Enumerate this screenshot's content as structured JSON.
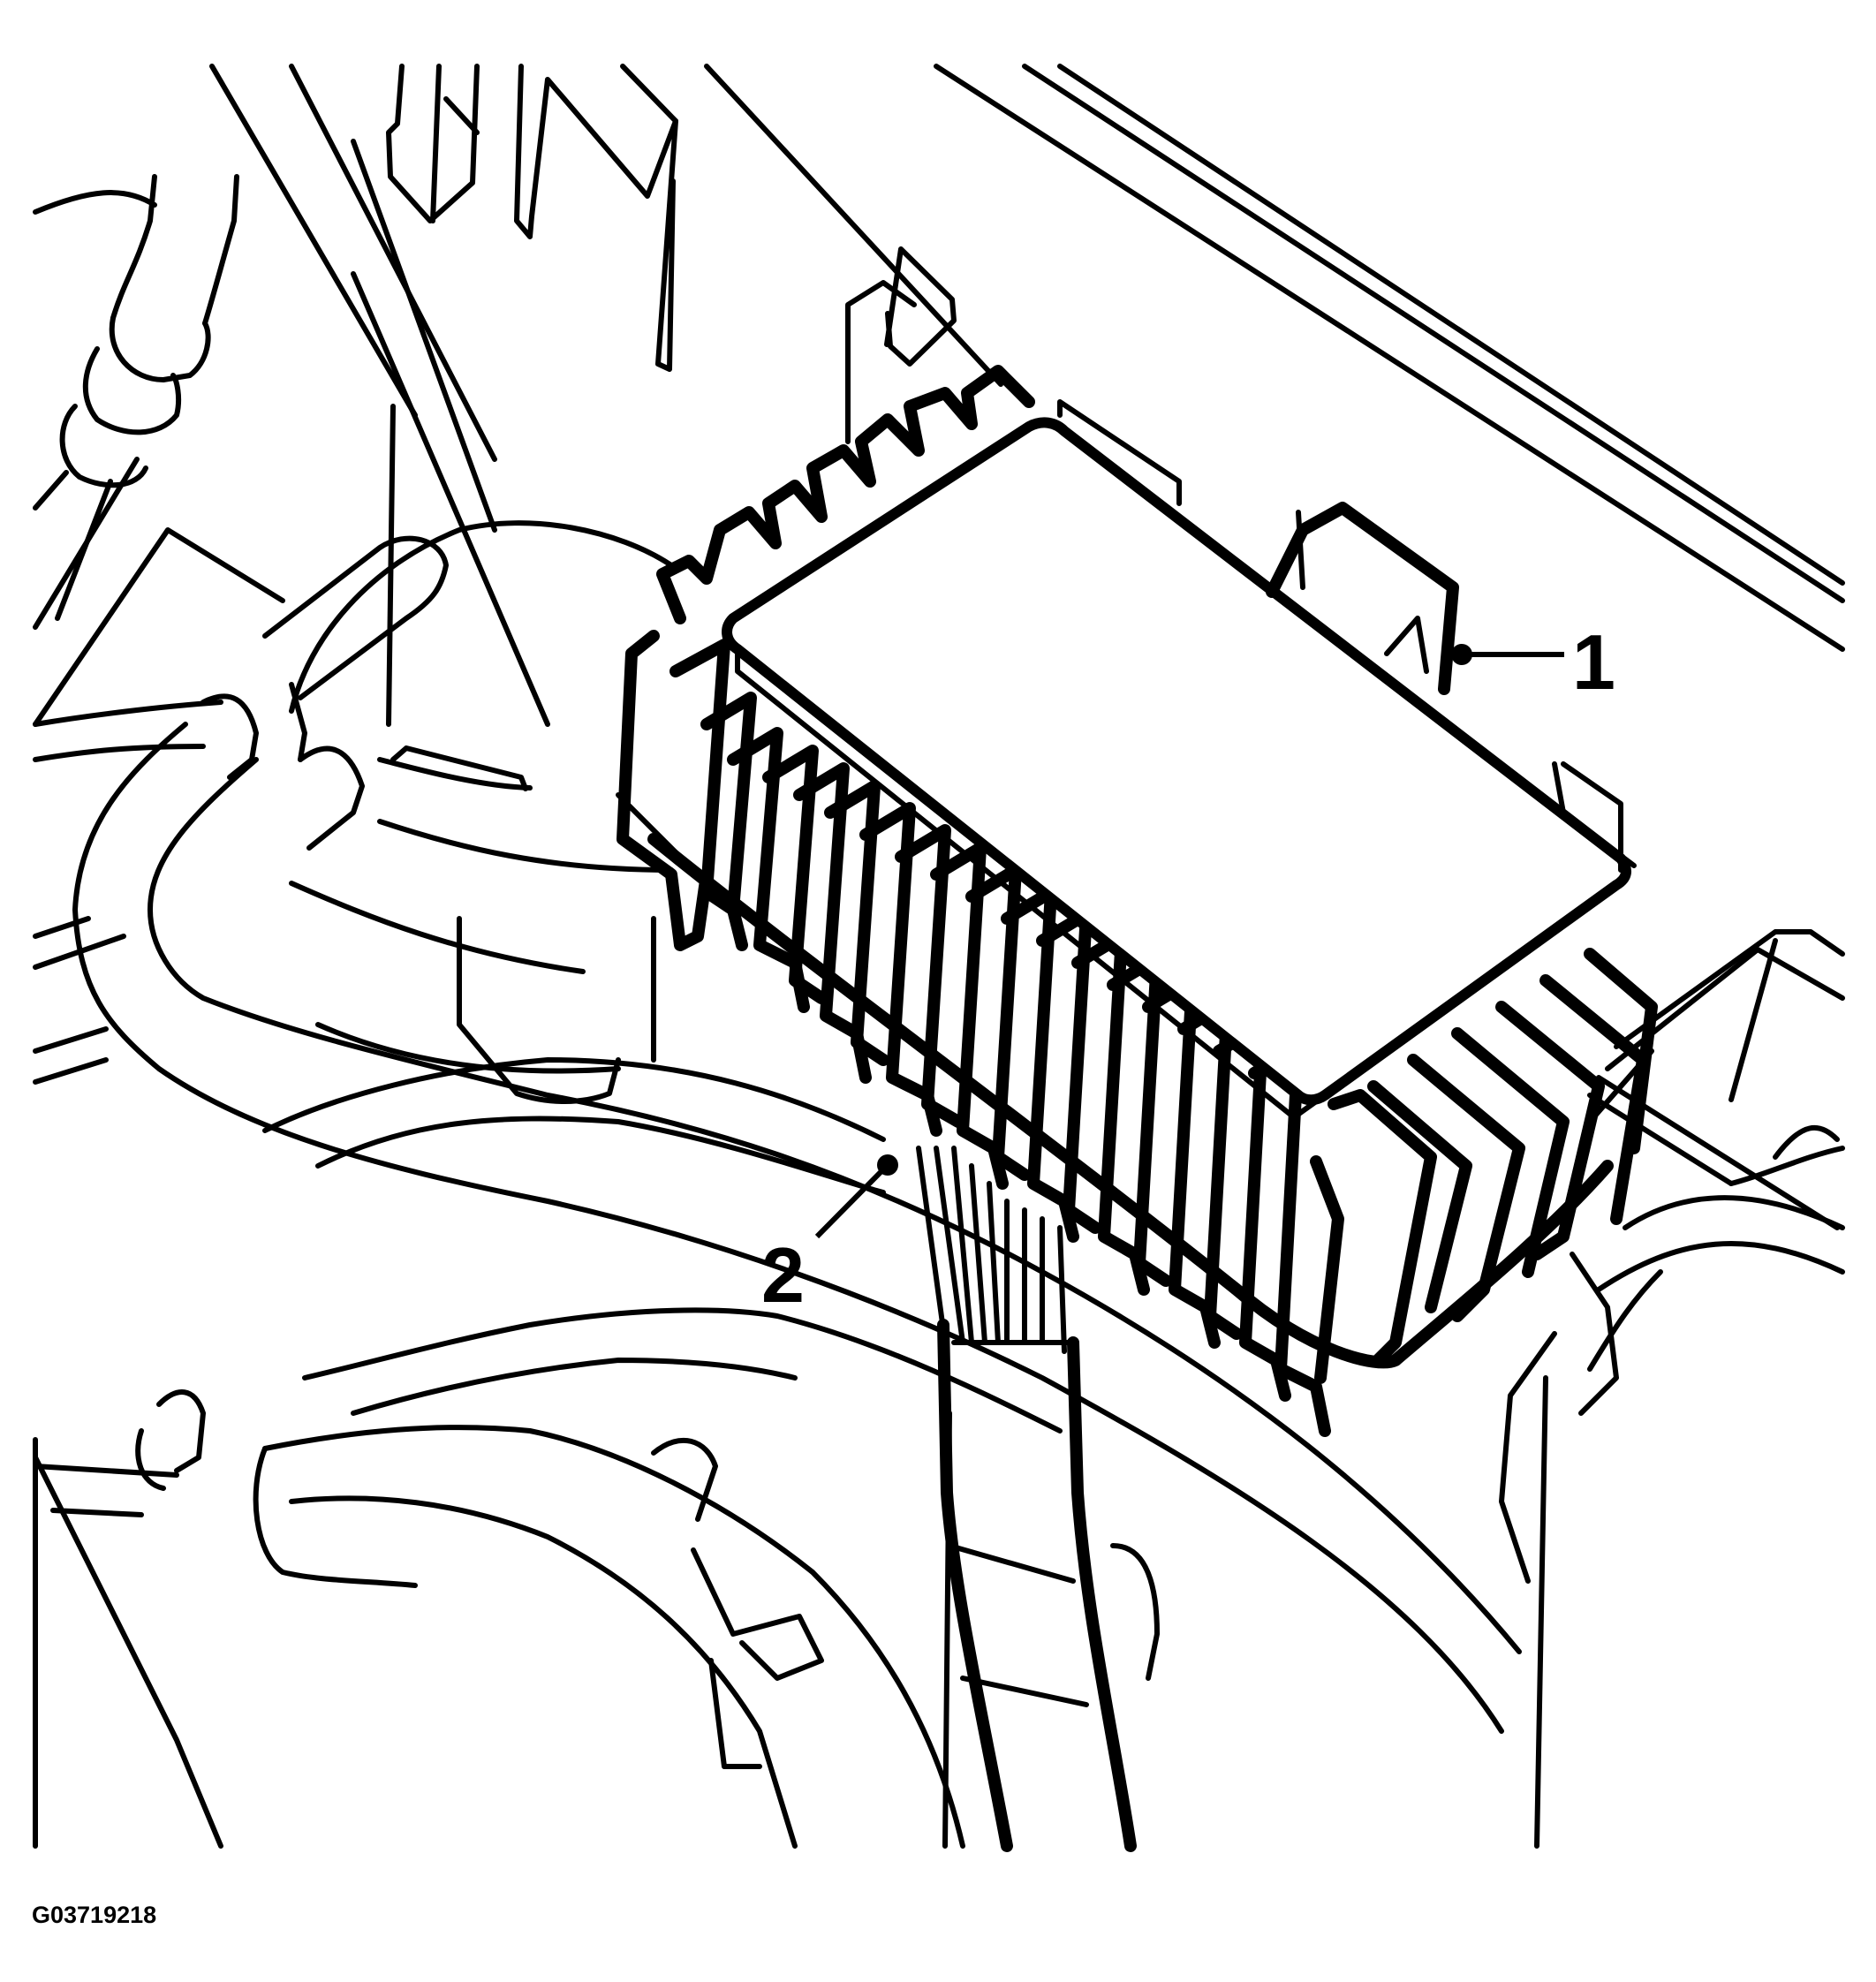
{
  "figure": {
    "id_label": "G03719218",
    "subject": "electronic control module with harness connectors in engine compartment",
    "colors": {
      "line": "#000000",
      "background": "#ffffff"
    }
  },
  "callouts": [
    {
      "number": "1",
      "target": "module-housing"
    },
    {
      "number": "2",
      "target": "harness-connector"
    }
  ]
}
